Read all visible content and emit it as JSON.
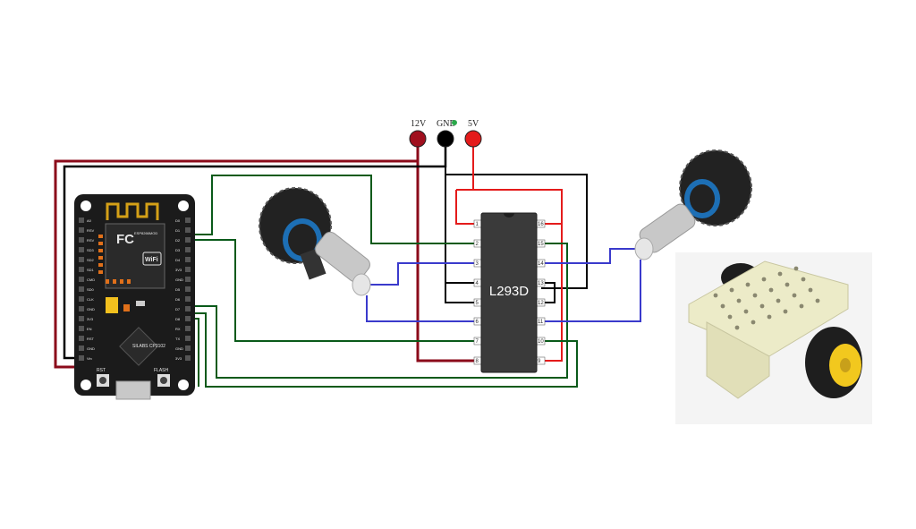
{
  "power_terminals": [
    {
      "label": "12V",
      "color": "#a0101e"
    },
    {
      "label": "GND",
      "color": "#000000"
    },
    {
      "label": "5V",
      "color": "#e41b1b"
    }
  ],
  "chip": {
    "label": "L293D",
    "left_pins": [
      "1",
      "2",
      "3",
      "4",
      "5",
      "6",
      "7",
      "8"
    ],
    "right_pins": [
      "16",
      "15",
      "14",
      "13",
      "12",
      "11",
      "10",
      "9"
    ]
  },
  "board": {
    "logo": "FC",
    "wifi": "WiFi",
    "module_text": "ESP8266MOD",
    "chip_text": "SILABS CP2102",
    "rst_label": "RST",
    "flash_label": "FLASH",
    "left_header": [
      "A0",
      "RSV",
      "RSV",
      "SD3",
      "SD2",
      "SD1",
      "CMD",
      "SD0",
      "CLK",
      "GND",
      "3V3",
      "EN",
      "RST",
      "GND",
      "Vin"
    ],
    "right_header": [
      "D0",
      "D1",
      "D2",
      "D3",
      "D4",
      "3V3",
      "GND",
      "D5",
      "D6",
      "D7",
      "D8",
      "RX",
      "TX",
      "GND",
      "3V3"
    ]
  },
  "wire_colors": {
    "power_12v": "#8b0a1a",
    "power_5v": "#e41b1b",
    "ground": "#000000",
    "control": "#0a5a1a",
    "motor": "#3a3acc"
  }
}
